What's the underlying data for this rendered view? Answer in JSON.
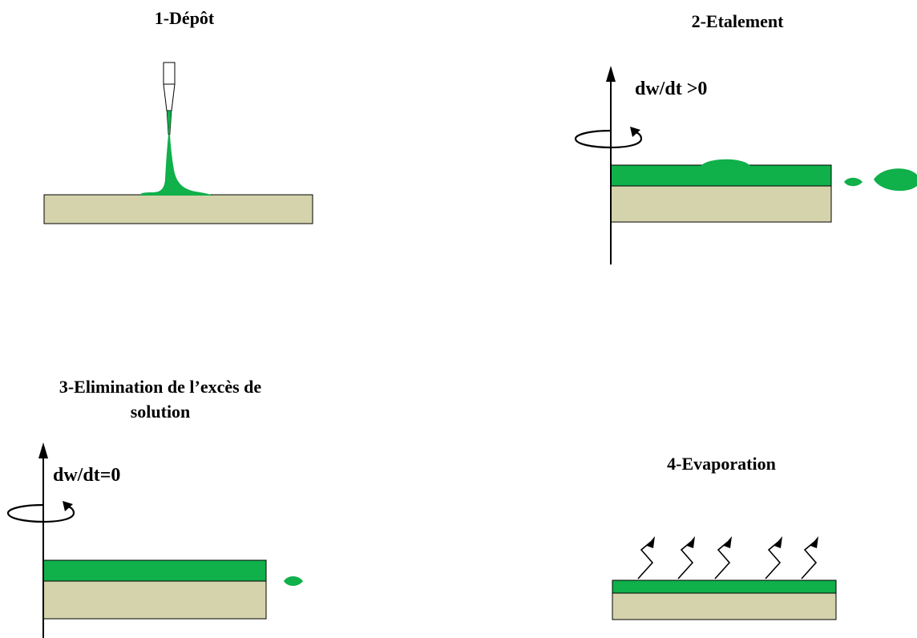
{
  "steps": [
    {
      "title": "1-Dépôt"
    },
    {
      "title": "2-Etalement",
      "rate": "dw/dt >0"
    },
    {
      "title_line1": "3-Elimination de l’excès de",
      "title_line2": "solution",
      "rate": "dw/dt=0"
    },
    {
      "title": "4-Evaporation"
    }
  ],
  "colors": {
    "solution": "#10b04a",
    "substrate": "#d4d3ab",
    "outline": "#000000"
  },
  "icons": [
    "pipette-icon",
    "rotation-arrow-icon",
    "droplet-icon",
    "evaporation-arrow-icon"
  ]
}
